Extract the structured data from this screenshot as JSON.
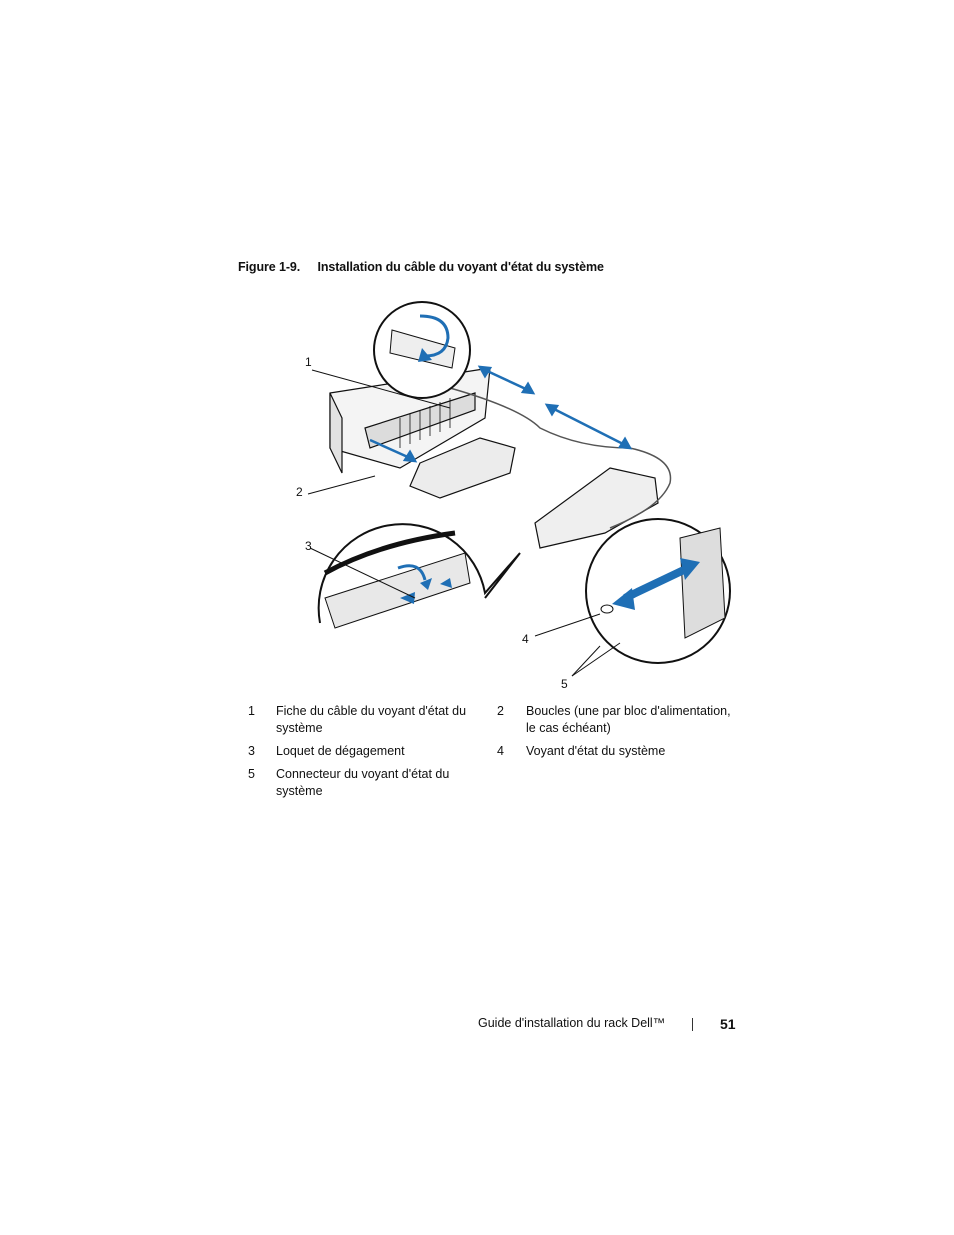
{
  "figure": {
    "caption_number": "Figure 1-9.",
    "caption_title": "Installation du câble du voyant d'état du système",
    "callouts": [
      "1",
      "2",
      "3",
      "4",
      "5"
    ]
  },
  "legend": [
    {
      "num": "1",
      "text": "Fiche du câble du voyant d'état du système"
    },
    {
      "num": "2",
      "text": "Boucles (une par bloc d'alimentation, le cas échéant)"
    },
    {
      "num": "3",
      "text": "Loquet de dégagement"
    },
    {
      "num": "4",
      "text": "Voyant d'état du système"
    },
    {
      "num": "5",
      "text": "Connecteur du voyant d'état du système"
    }
  ],
  "footer": {
    "guide_title": "Guide d'installation du rack Dell™",
    "page_number": "51"
  },
  "colors": {
    "arrow_blue": "#1f6fb5",
    "line": "#111111",
    "panel": "#f2f2f2"
  }
}
